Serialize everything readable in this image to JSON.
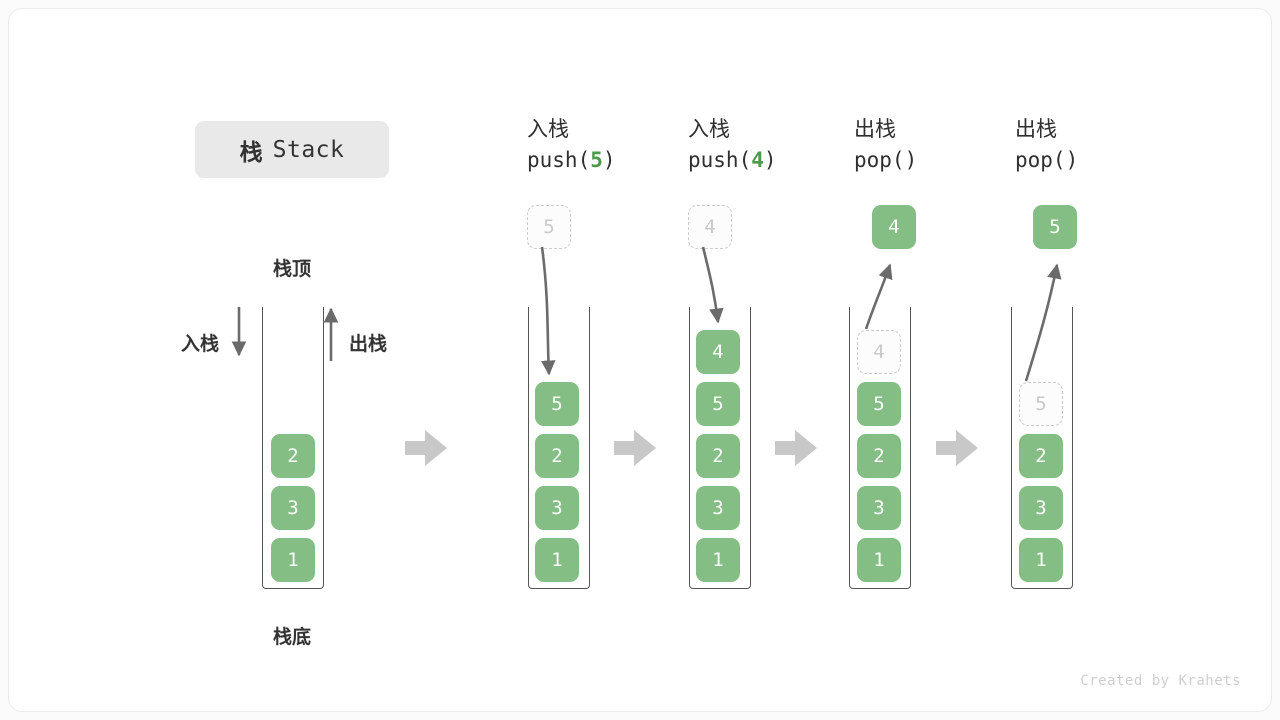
{
  "title": {
    "cn": "栈",
    "en": "Stack"
  },
  "footer": "Created by Krahets",
  "labels": {
    "top": "栈顶",
    "bottom": "栈底",
    "push": "入栈",
    "pop": "出栈"
  },
  "colors": {
    "element": "#84be84",
    "element_text": "#ffffff",
    "ghost_border": "#cccccc",
    "ghost_text": "#c9c9c9",
    "container_border": "#555555",
    "arrow": "#6b6b6b",
    "flow_arrow": "#c8c8c8",
    "accent_value": "#4c9a4c",
    "chip_bg": "#e9e9e9"
  },
  "columns": [
    {
      "id": "initial",
      "header_line1": "",
      "header_line2": "",
      "header_value": "",
      "incoming": null,
      "outgoing": null,
      "ghost_in_stack": null,
      "cells": [
        "2",
        "3",
        "1"
      ]
    },
    {
      "id": "push-5",
      "header_line1": "入栈",
      "header_line2_prefix": "push(",
      "header_value": "5",
      "header_line2_suffix": ")",
      "incoming": "5",
      "outgoing": null,
      "ghost_in_stack": null,
      "cells": [
        "5",
        "2",
        "3",
        "1"
      ]
    },
    {
      "id": "push-4",
      "header_line1": "入栈",
      "header_line2_prefix": "push(",
      "header_value": "4",
      "header_line2_suffix": ")",
      "incoming": "4",
      "outgoing": null,
      "ghost_in_stack": null,
      "cells": [
        "4",
        "5",
        "2",
        "3",
        "1"
      ]
    },
    {
      "id": "pop-1",
      "header_line1": "出栈",
      "header_line2_prefix": "pop(",
      "header_value": "",
      "header_line2_suffix": ")",
      "incoming": null,
      "outgoing": "4",
      "ghost_in_stack": "4",
      "cells": [
        "5",
        "2",
        "3",
        "1"
      ]
    },
    {
      "id": "pop-2",
      "header_line1": "出栈",
      "header_line2_prefix": "pop(",
      "header_value": "",
      "header_line2_suffix": ")",
      "incoming": null,
      "outgoing": "5",
      "ghost_in_stack": "5",
      "cells": [
        "2",
        "3",
        "1"
      ]
    }
  ]
}
